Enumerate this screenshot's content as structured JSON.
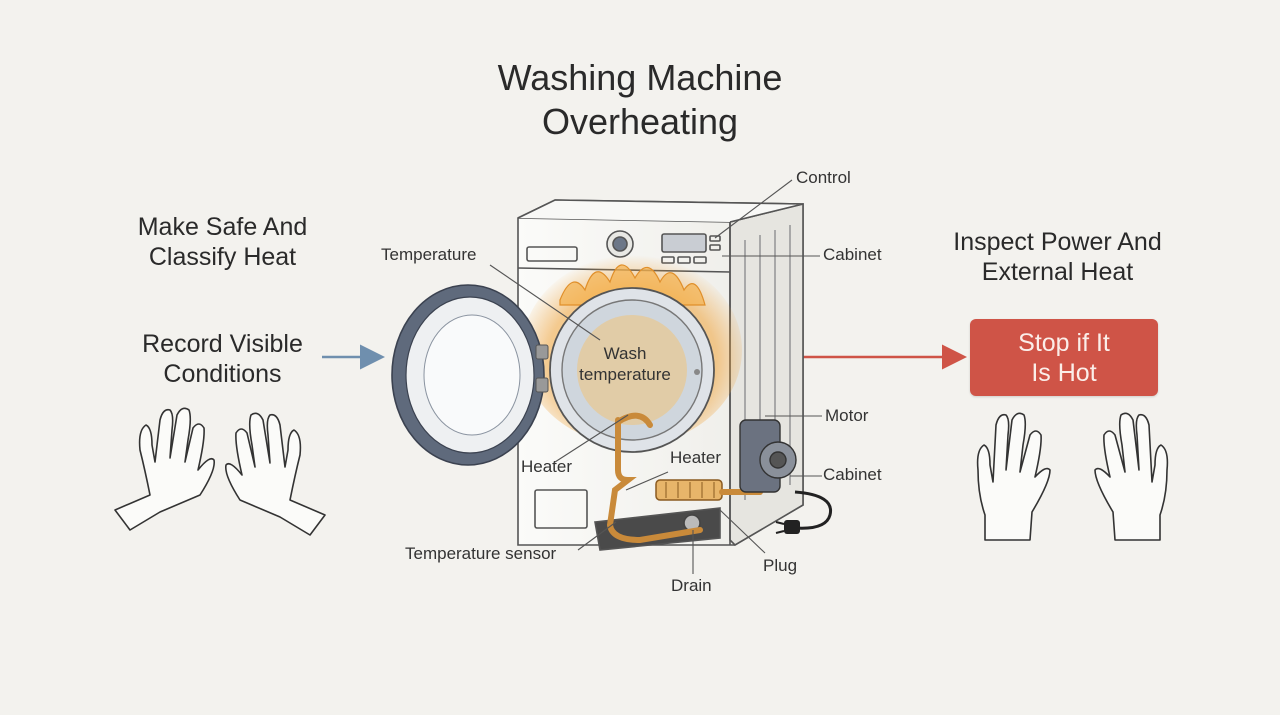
{
  "title": {
    "line1": "Washing Machine",
    "line2": "Overheating"
  },
  "left_panel": {
    "step1": {
      "line1": "Make Safe And",
      "line2": "Classify Heat"
    },
    "step2": {
      "line1": "Record Visible",
      "line2": "Conditions"
    }
  },
  "right_panel": {
    "step1": {
      "line1": "Inspect Power And",
      "line2": "External Heat"
    },
    "stop_button": {
      "line1": "Stop if It",
      "line2": "Is Hot"
    }
  },
  "labels": {
    "control": "Control",
    "cabinet_top": "Cabinet",
    "temperature": "Temperature",
    "wash_temperature": {
      "line1": "Wash",
      "line2": "temperature"
    },
    "motor": "Motor",
    "cabinet_bottom": "Cabinet",
    "heater_left": "Heater",
    "heater_right": "Heater",
    "temperature_sensor": "Temperature sensor",
    "plug": "Plug",
    "drain": "Drain"
  },
  "colors": {
    "background": "#f3f2ee",
    "stop_button": "#cf5447",
    "left_arrow": "#6f8fae",
    "right_arrow": "#cf5447",
    "flame": "#f0a33a"
  },
  "icons": [
    "hand-icon",
    "washing-machine-icon",
    "flame-icon",
    "plug-icon"
  ]
}
